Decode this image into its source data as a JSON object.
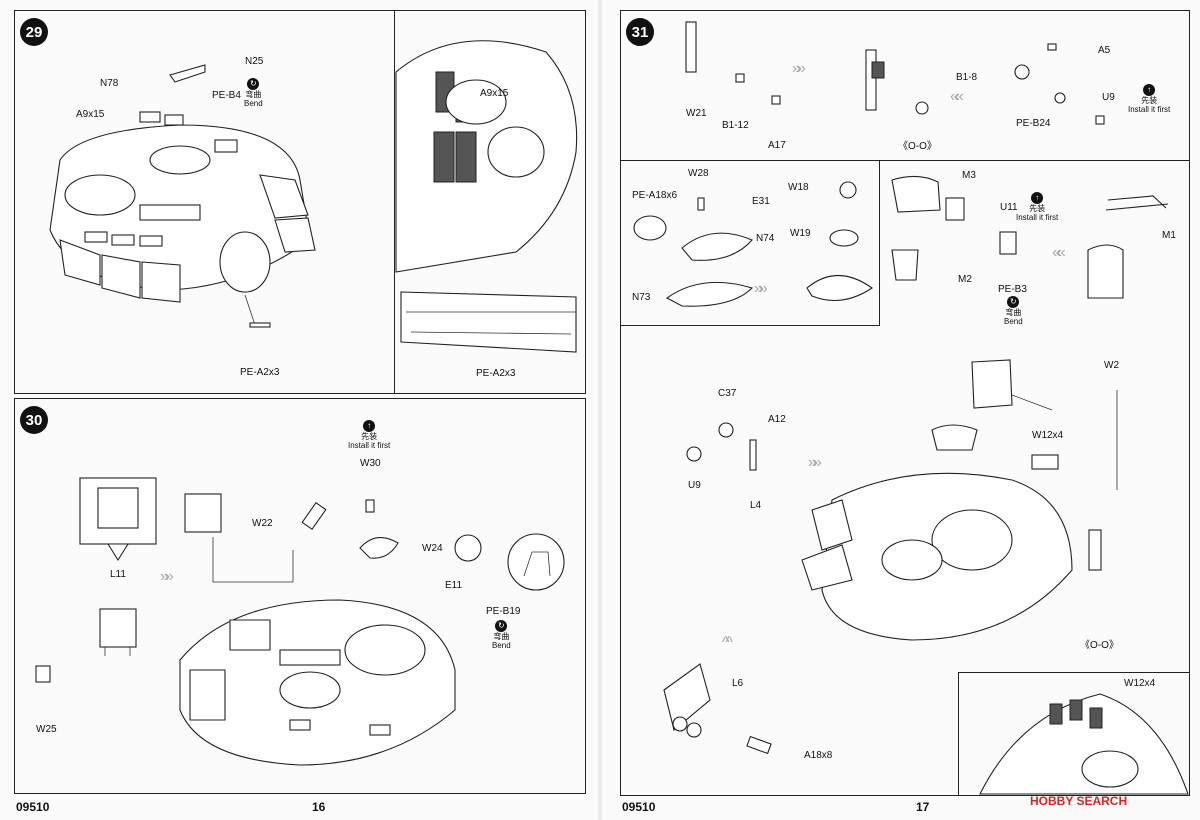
{
  "left_page": {
    "step29": {
      "number": "29",
      "labels": {
        "n25": "N25",
        "n78": "N78",
        "pe_b4": "PE-B4",
        "a9x15": "A9x15",
        "pe_a2x3": "PE-A2x3"
      },
      "bend_note": {
        "cn": "弯曲",
        "en": "Bend"
      },
      "detail": {
        "a9x15": "A9x15",
        "pe_a2x3": "PE-A2x3"
      }
    },
    "step30": {
      "number": "30",
      "labels": {
        "l11": "L11",
        "w25": "W25",
        "w22": "W22",
        "w30": "W30",
        "w24": "W24",
        "e11": "E11",
        "pe_b19": "PE-B19"
      },
      "install_note": {
        "cn": "先装",
        "en": "Install it first"
      },
      "bend_note": {
        "cn": "弯曲",
        "en": "Bend"
      }
    },
    "footer": {
      "code": "09510",
      "page": "16"
    }
  },
  "right_page": {
    "step31": {
      "number": "31",
      "top_labels": {
        "w21": "W21",
        "b1_12": "B1-12",
        "a17": "A17",
        "oo": "《O-O》",
        "a5": "A5",
        "b1_8": "B1-8",
        "u9": "U9",
        "pe_b24": "PE-B24"
      },
      "install_note_top": {
        "cn": "先装",
        "en": "Install it first"
      },
      "subpanel_labels": {
        "w28": "W28",
        "pe_a18x6": "PE-A18x6",
        "e31": "E31",
        "n74": "N74",
        "n73": "N73",
        "w18": "W18",
        "w19": "W19"
      },
      "mid_labels": {
        "m3": "M3",
        "u11": "U11",
        "m2": "M2",
        "pe_b3": "PE-B3",
        "m1": "M1"
      },
      "install_note_mid": {
        "cn": "先装",
        "en": "Install it first"
      },
      "bend_note": {
        "cn": "弯曲",
        "en": "Bend"
      },
      "main_labels": {
        "c37": "C37",
        "a12": "A12",
        "u9": "U9",
        "l4": "L4",
        "w2": "W2",
        "w12x4": "W12x4",
        "oo": "《O-O》",
        "l6": "L6",
        "a18x8": "A18x8"
      },
      "detail": {
        "w12x4": "W12x4"
      }
    },
    "footer": {
      "code": "09510",
      "page": "17"
    }
  },
  "watermark": "HOBBY SEARCH"
}
